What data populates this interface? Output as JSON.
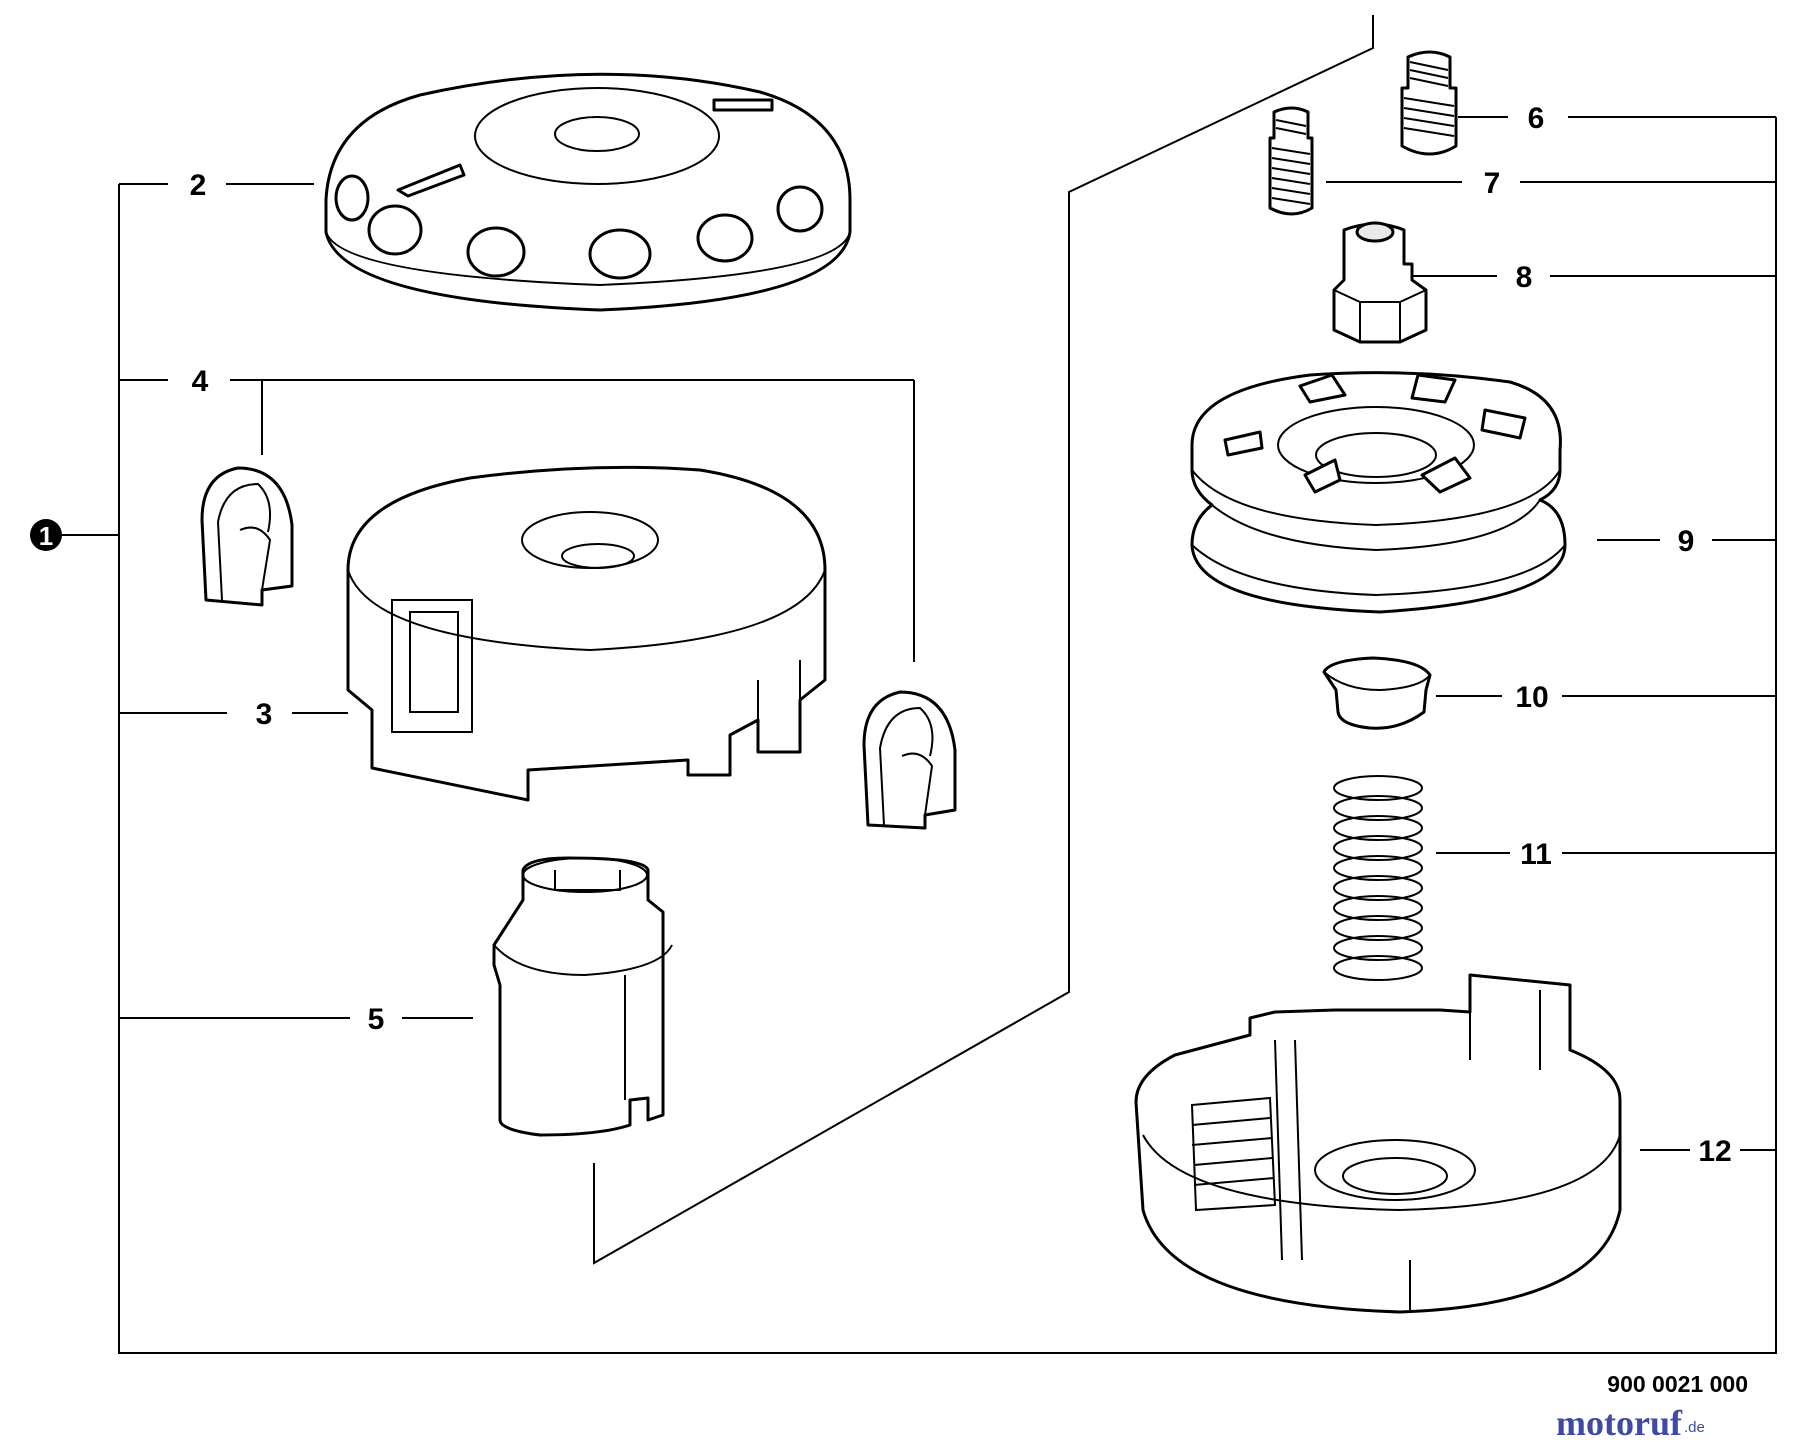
{
  "diagram": {
    "assembly_callout": "1",
    "callouts": [
      "2",
      "3",
      "4",
      "5",
      "6",
      "7",
      "8",
      "9",
      "10",
      "11",
      "12"
    ],
    "reference_number": "900 0021 000",
    "watermark": {
      "name": "motoruf",
      "tld": ".de"
    }
  }
}
